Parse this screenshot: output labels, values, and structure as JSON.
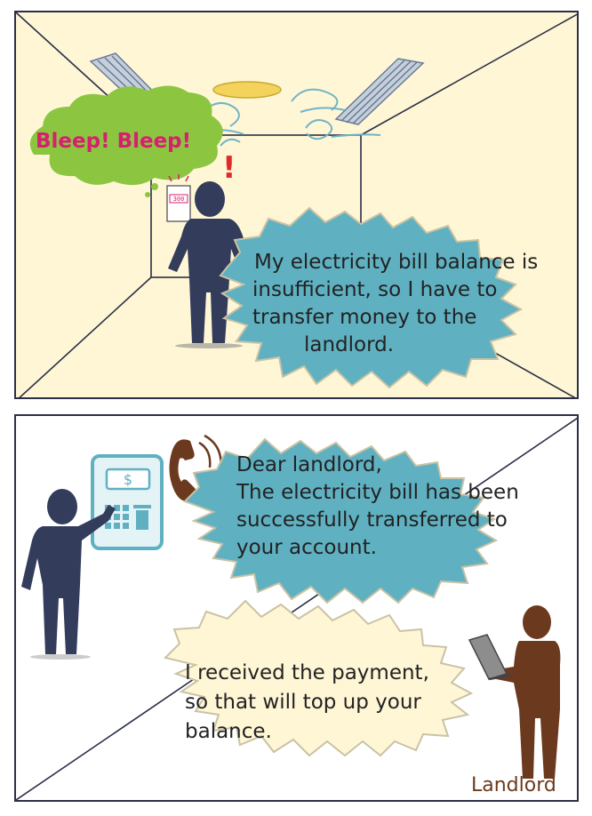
{
  "panel1": {
    "alarm_text": "Bleep! Bleep!",
    "meter_readout": "300",
    "exclaim": "!",
    "speech_lines": [
      "My electricity bill balance is",
      "insufficient, so I have to",
      "transfer money to the",
      "landlord."
    ]
  },
  "panel2": {
    "atm_symbol": "$",
    "tenant_lines": [
      "Dear landlord,",
      "The electricity bill has been",
      "successfully transferred to",
      "your account."
    ],
    "landlord_lines": [
      "I received the payment,",
      "so that will top up your",
      "balance."
    ],
    "landlord_label": "Landlord"
  },
  "colors": {
    "person_navy": "#333c5b",
    "person_brown": "#6b3a1e",
    "bubble_teal": "#5fb1c2",
    "bubble_cream": "#fff6d6",
    "cloud_green": "#8cc641",
    "accent_pink": "#d6206e"
  }
}
